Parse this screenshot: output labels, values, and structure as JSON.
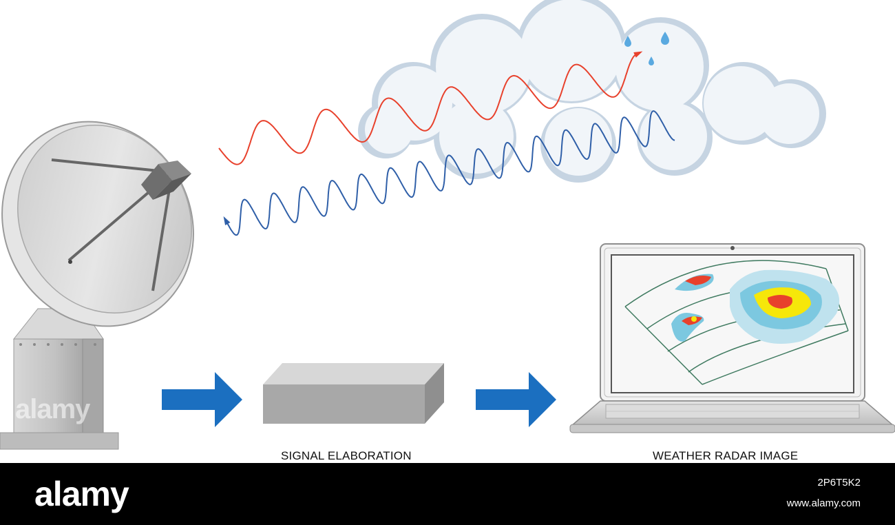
{
  "captions": {
    "signal": "SIGNAL ELABORATION",
    "radar": "WEATHER RADAR IMAGE"
  },
  "footer": {
    "logo": "alamy",
    "image_id": "2P6T5K2",
    "url": "www.alamy.com"
  },
  "watermark": "alamy",
  "icons": [
    "satellite-dish-icon",
    "cloud-icon",
    "raindrop-icon",
    "arrow-right-icon",
    "processing-box-icon",
    "laptop-icon"
  ],
  "colors": {
    "transmitted_wave": "#e8412c",
    "reflected_wave": "#2f5fa8",
    "arrow": "#1b6fc0",
    "raindrop": "#5aa9e0",
    "radar_grid": "#3f7a60",
    "echo_outer": "#bfe2ee",
    "echo_mid": "#7cc8e0",
    "echo_yellow": "#f6e70a",
    "echo_red": "#e8412c"
  }
}
